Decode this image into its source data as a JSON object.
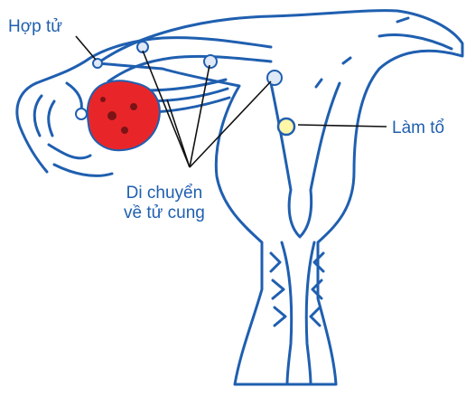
{
  "labels": {
    "zygote": "Hợp tử",
    "implantation": "Làm tổ",
    "migration_line1": "Di chuyển",
    "migration_line2": "về tử cung"
  },
  "colors": {
    "outline": "#1f5fb0",
    "fill_light": "#dfe9f7",
    "ovary": "#e8262a",
    "ovary_spots": "#7a1416",
    "pointer": "#111111",
    "text": "#1f5fb0"
  }
}
